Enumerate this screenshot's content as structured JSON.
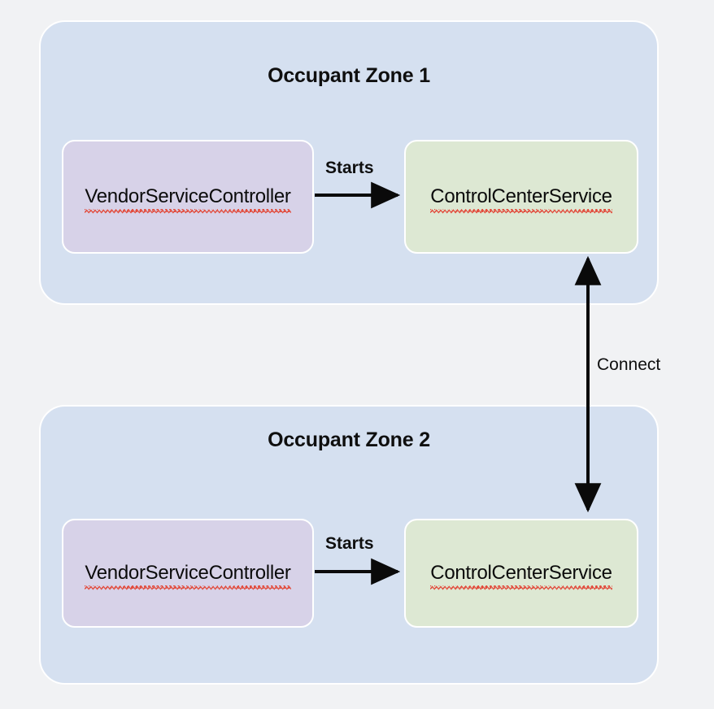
{
  "diagram": {
    "background_color": "#f1f2f4",
    "zone_color": "#d5e0f0",
    "node_purple_color": "#d7d2e8",
    "node_green_color": "#dde8d3",
    "edge_color": "#0a0a0a",
    "spellcheck_underline_color": "#e24b3c",
    "zones": [
      {
        "title": "Occupant Zone 1",
        "nodes": [
          {
            "label": "VendorServiceController",
            "style": "purple"
          },
          {
            "label": "ControlCenterService",
            "style": "green"
          }
        ],
        "edge_label": "Starts"
      },
      {
        "title": "Occupant Zone 2",
        "nodes": [
          {
            "label": "VendorServiceController",
            "style": "purple"
          },
          {
            "label": "ControlCenterService",
            "style": "green"
          }
        ],
        "edge_label": "Starts"
      }
    ],
    "cross_zone_edge": {
      "label": "Connect",
      "direction": "bidirectional",
      "from": "ControlCenterService (Occupant Zone 1)",
      "to": "ControlCenterService (Occupant Zone 2)"
    }
  }
}
